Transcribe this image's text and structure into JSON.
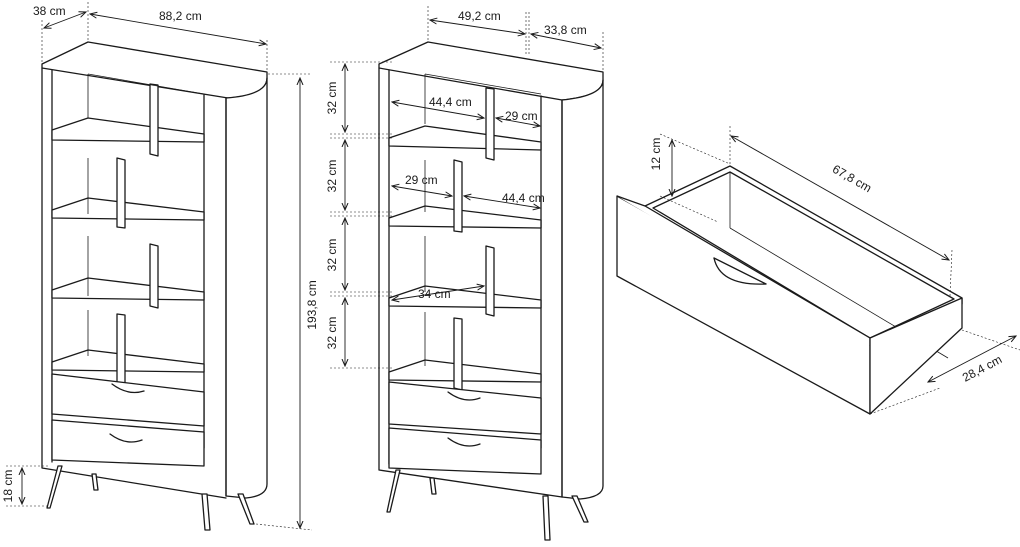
{
  "labels": {
    "depth_38": "38 cm",
    "width_882": "88,2 cm",
    "height_1938": "193,8 cm",
    "legs_18": "18 cm",
    "width_492": "49,2 cm",
    "width_338": "33,8 cm",
    "shelf_h1": "32 cm",
    "shelf_h2": "32 cm",
    "shelf_h3": "32 cm",
    "shelf_h4": "32 cm",
    "inner_444_a": "44,4 cm",
    "inner_29_a": "29 cm",
    "inner_29_b": "29 cm",
    "inner_444_b": "44,4 cm",
    "inner_34": "34 cm",
    "drawer_h12": "12 cm",
    "drawer_l678": "67,8 cm",
    "drawer_w284": "28,4 cm"
  }
}
